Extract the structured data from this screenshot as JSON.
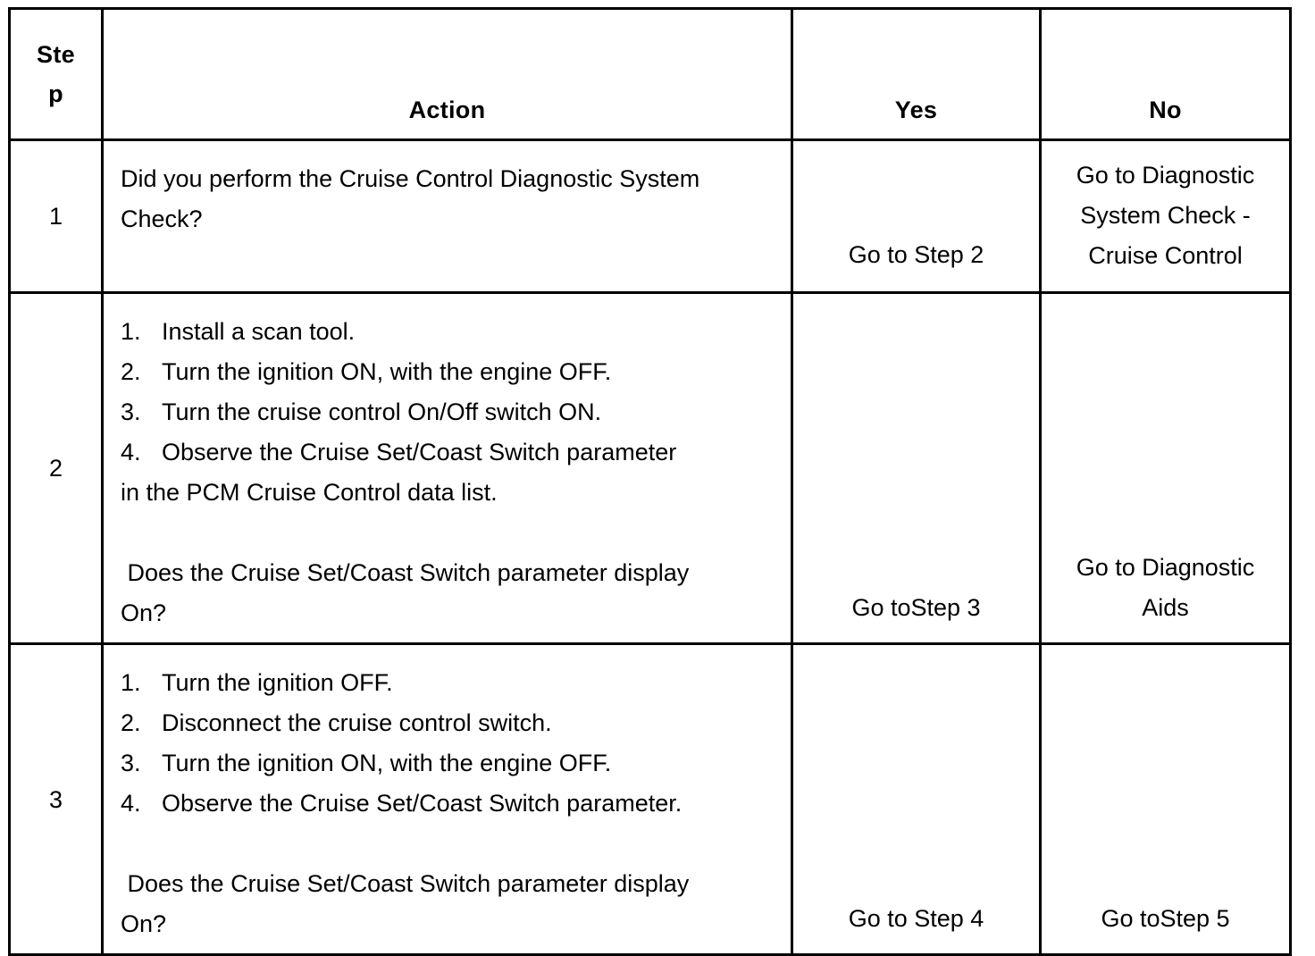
{
  "document": {
    "type": "diagnostic-procedure-table",
    "title": "Cruise Control Diagnostic Procedure"
  },
  "table": {
    "headers": {
      "step": "Step",
      "action": "Action",
      "yes": "Yes",
      "no": "No"
    },
    "rows": [
      {
        "step": "1",
        "action": {
          "lines": [
            "Did you perform the Cruise Control Diagnostic System",
            "Check?"
          ],
          "list": [],
          "question": []
        },
        "yes": "Go to Step 2",
        "no": "Go to Diagnostic\nSystem Check -\nCruise Control"
      },
      {
        "step": "2",
        "action": {
          "lines": [],
          "list": [
            {
              "num": "1.",
              "text": "Install a scan tool."
            },
            {
              "num": "2.",
              "text": "Turn the ignition ON, with the engine OFF."
            },
            {
              "num": "3.",
              "text": "Turn the cruise control On/Off switch ON."
            },
            {
              "num": "4.",
              "text": "Observe the Cruise Set/Coast Switch parameter"
            }
          ],
          "continuation": "in the PCM Cruise Control data list.",
          "question": [
            " Does the Cruise Set/Coast Switch parameter display",
            "On?"
          ]
        },
        "yes": "Go toStep 3",
        "no": "Go to Diagnostic\nAids"
      },
      {
        "step": "3",
        "action": {
          "lines": [],
          "list": [
            {
              "num": "1.",
              "text": "Turn the ignition OFF."
            },
            {
              "num": "2.",
              "text": "Disconnect the cruise control switch."
            },
            {
              "num": "3.",
              "text": "Turn the ignition ON, with the engine OFF."
            },
            {
              "num": "4.",
              "text": "Observe the Cruise Set/Coast Switch parameter."
            }
          ],
          "continuation": "",
          "question": [
            " Does the Cruise Set/Coast Switch parameter display",
            "On?"
          ]
        },
        "yes": "Go to Step 4",
        "no": "Go toStep 5"
      }
    ]
  },
  "colors": {
    "border": "#000000",
    "text": "#000000",
    "background": "#ffffff"
  }
}
